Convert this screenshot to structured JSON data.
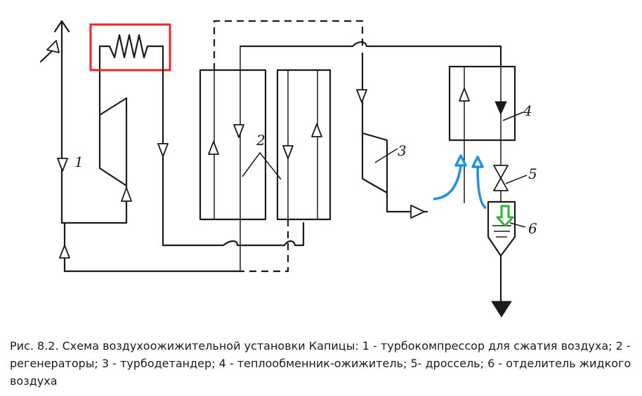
{
  "labels": {
    "compressor": "1",
    "regenerators": "2",
    "expander": "3",
    "heat_exchanger": "4",
    "throttle": "5",
    "separator": "6"
  },
  "caption": "Рис. 8.2. Схема воздухоожижительной установки Капицы: 1 - турбокомпрессор для сжатия воздуха; 2 - регенераторы; 3 - турбодетандер; 4 - теплообменник-ожижитель; 5- дроссель; 6 - отделитель жидкого воздуха",
  "colors": {
    "line": "#1a1a1a",
    "highlight_box": "#e8262a",
    "flow_arrows": "#1e90e8",
    "liquid_arrow": "#2fb52f"
  }
}
